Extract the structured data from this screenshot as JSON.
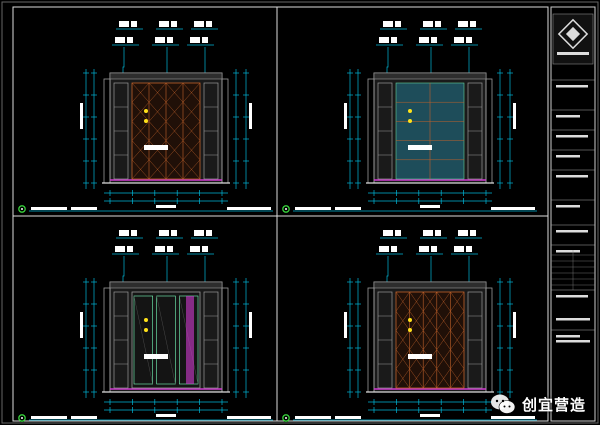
{
  "drawing": {
    "colors": {
      "background": "#000000",
      "frame": "#ffffff",
      "dimension": "#00b7d8",
      "wall": "#9a9a9a",
      "wood": "#c0612a",
      "glass": "#1f5a6a",
      "accent_magenta": "#d13ad1",
      "marker_yellow": "#ffe11a",
      "marker_green": "#36d13a"
    },
    "panels": [
      {
        "id": "elevation-a",
        "variant": "wardrobe"
      },
      {
        "id": "elevation-b",
        "variant": "glass-cabinet"
      },
      {
        "id": "elevation-c",
        "variant": "doors"
      },
      {
        "id": "elevation-d",
        "variant": "wood-grid"
      }
    ],
    "title_block": {
      "rows": 10
    }
  },
  "watermark": {
    "text": "创宜营造",
    "icon": "wechat-bubble-icon"
  }
}
